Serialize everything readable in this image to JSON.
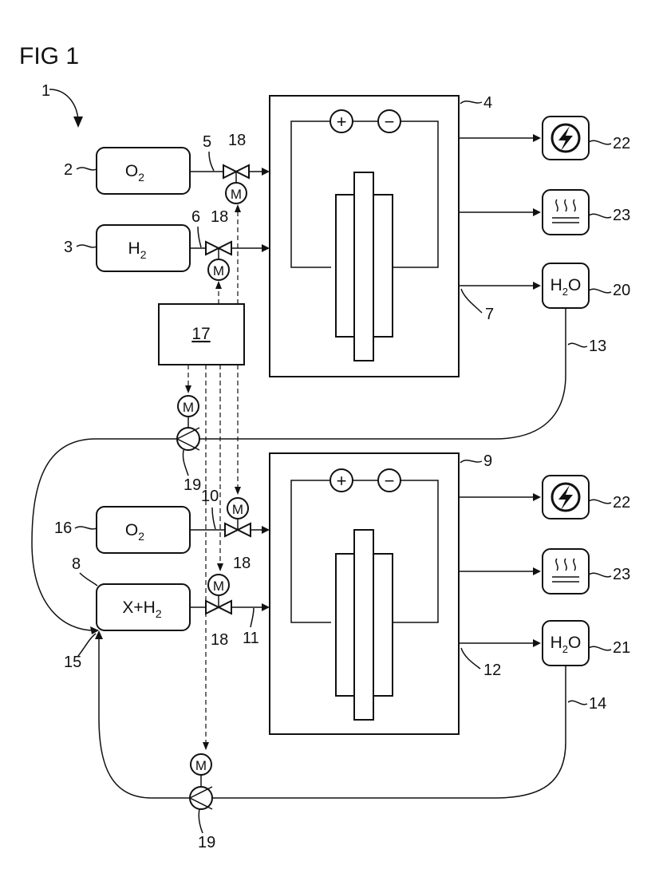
{
  "figure": {
    "title": "FIG 1",
    "system_ref": "1"
  },
  "tanks": [
    {
      "id": "o2-top",
      "ref": "2",
      "main": "O",
      "sub": "2"
    },
    {
      "id": "h2-top",
      "ref": "3",
      "main": "H",
      "sub": "2"
    },
    {
      "id": "o2-bottom",
      "ref": "16",
      "main": "O",
      "sub": "2"
    },
    {
      "id": "xh2-bottom",
      "ref": "8",
      "main": "X+H",
      "sub": "2"
    }
  ],
  "cells": [
    {
      "id": "cell-top",
      "ref": "4",
      "plus": "+",
      "minus": "−"
    },
    {
      "id": "cell-bottom",
      "ref": "9",
      "plus": "+",
      "minus": "−"
    }
  ],
  "line_refs": {
    "o2_top_line": "5",
    "h2_top_line": "6",
    "water_out_top": "7",
    "o2_bottom_line": "10",
    "h2_bottom_line": "11",
    "water_out_bottom": "12",
    "return_top": "13",
    "return_bottom": "14",
    "inlet": "15"
  },
  "controller": {
    "ref": "17"
  },
  "valves": {
    "ref": "18"
  },
  "pumps": {
    "ref": "19"
  },
  "motor_label": "M",
  "outputs": {
    "power_ref": "22",
    "heat_ref": "23",
    "water_top_ref": "20",
    "water_bottom_ref": "21",
    "water_main": "H",
    "water_sub": "2",
    "water_tail": "O"
  }
}
